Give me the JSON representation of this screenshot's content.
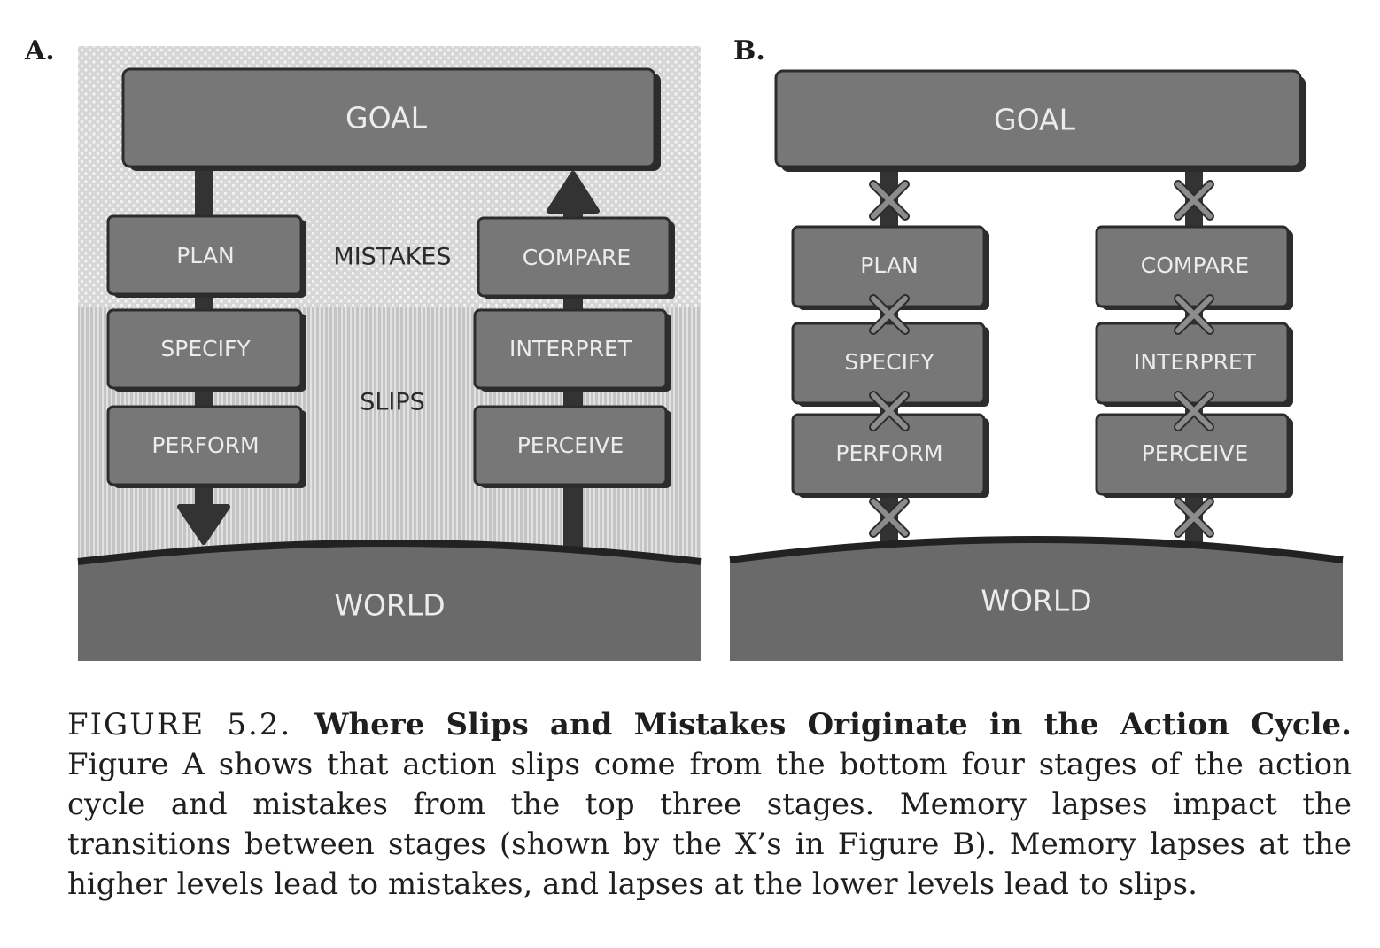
{
  "panels": {
    "a_letter": "A.",
    "b_letter": "B."
  },
  "diagram_a": {
    "goal": "GOAL",
    "plan": "PLAN",
    "specify": "SPECIFY",
    "perform": "PERFORM",
    "compare": "COMPARE",
    "interpret": "INTERPRET",
    "perceive": "PERCEIVE",
    "world": "WORLD",
    "mistakes": "MISTAKES",
    "slips": "SLIPS"
  },
  "diagram_b": {
    "goal": "GOAL",
    "plan": "PLAN",
    "specify": "SPECIFY",
    "perform": "PERFORM",
    "compare": "COMPARE",
    "interpret": "INTERPRET",
    "perceive": "PERCEIVE",
    "world": "WORLD"
  },
  "caption": {
    "number": "FIGURE 5.2.",
    "title": "Where Slips and Mistakes Originate in the Action Cycle.",
    "body": "Figure A shows that action slips come from the bottom four stages of the action cycle and mistakes from the top three stages. Memory lapses impact the transitions between stages (shown by the X’s in Figure B). Memory lapses at the higher levels lead to mistakes, and lapses at the lower levels lead to slips."
  },
  "colors": {
    "box_fill": "#767676",
    "box_shadow": "#2c2c2c",
    "connector": "#333333",
    "world_fill": "#6a6a6a",
    "x_mark": "#8a8a8a"
  }
}
